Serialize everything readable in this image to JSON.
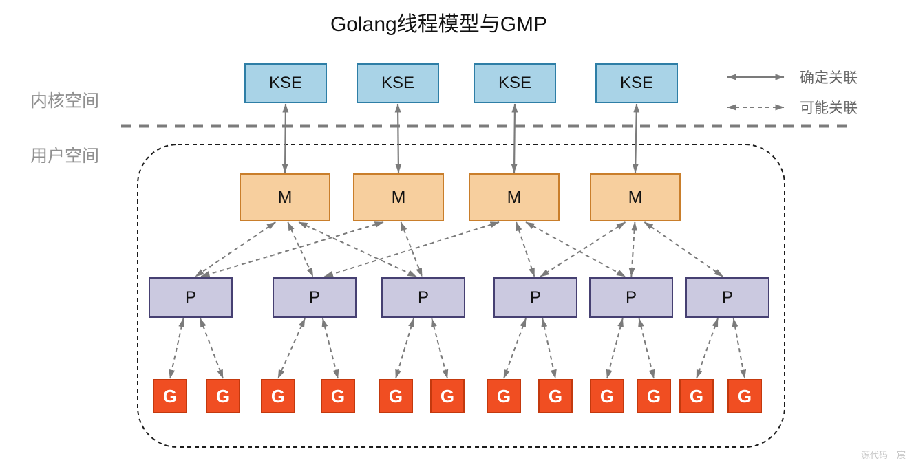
{
  "title": "Golang线程模型与GMP",
  "labels": {
    "kernel": "内核空间",
    "user": "用户空间"
  },
  "legend": [
    {
      "type": "definite",
      "label": "确定关联"
    },
    {
      "type": "possible",
      "label": "可能关联"
    }
  ],
  "watermark": "源代码　宸",
  "colors": {
    "kse_fill": "#A9D3E7",
    "kse_border": "#2E7EA6",
    "m_fill": "#F7CF9E",
    "m_border": "#C97E2B",
    "p_fill": "#CBC9E0",
    "p_border": "#464072",
    "g_fill": "#F04E22",
    "g_border": "#C3390E",
    "arrow": "#7b7b7b",
    "boundary_dash": "#7b7b7b",
    "user_border": "#1c1c1c"
  },
  "nodes": {
    "kse": [
      {
        "id": "kse1",
        "label": "KSE"
      },
      {
        "id": "kse2",
        "label": "KSE"
      },
      {
        "id": "kse3",
        "label": "KSE"
      },
      {
        "id": "kse4",
        "label": "KSE"
      }
    ],
    "m": [
      {
        "id": "m1",
        "label": "M"
      },
      {
        "id": "m2",
        "label": "M"
      },
      {
        "id": "m3",
        "label": "M"
      },
      {
        "id": "m4",
        "label": "M"
      }
    ],
    "p": [
      {
        "id": "p1",
        "label": "P"
      },
      {
        "id": "p2",
        "label": "P"
      },
      {
        "id": "p3",
        "label": "P"
      },
      {
        "id": "p4",
        "label": "P"
      },
      {
        "id": "p5",
        "label": "P"
      },
      {
        "id": "p6",
        "label": "P"
      }
    ],
    "g": [
      {
        "id": "g1",
        "label": "G"
      },
      {
        "id": "g2",
        "label": "G"
      },
      {
        "id": "g3",
        "label": "G"
      },
      {
        "id": "g4",
        "label": "G"
      },
      {
        "id": "g5",
        "label": "G"
      },
      {
        "id": "g6",
        "label": "G"
      },
      {
        "id": "g7",
        "label": "G"
      },
      {
        "id": "g8",
        "label": "G"
      },
      {
        "id": "g9",
        "label": "G"
      },
      {
        "id": "g10",
        "label": "G"
      },
      {
        "id": "g11",
        "label": "G"
      },
      {
        "id": "g12",
        "label": "G"
      }
    ]
  },
  "edges": [
    {
      "from": "kse1",
      "to": "m1",
      "type": "definite"
    },
    {
      "from": "kse2",
      "to": "m2",
      "type": "definite"
    },
    {
      "from": "kse3",
      "to": "m3",
      "type": "definite"
    },
    {
      "from": "kse4",
      "to": "m4",
      "type": "definite"
    },
    {
      "from": "m1",
      "to": "p1",
      "type": "possible"
    },
    {
      "from": "m1",
      "to": "p2",
      "type": "possible"
    },
    {
      "from": "m1",
      "to": "p3",
      "type": "possible"
    },
    {
      "from": "m2",
      "to": "p1",
      "type": "possible"
    },
    {
      "from": "m2",
      "to": "p3",
      "type": "possible"
    },
    {
      "from": "m3",
      "to": "p2",
      "type": "possible"
    },
    {
      "from": "m3",
      "to": "p4",
      "type": "possible"
    },
    {
      "from": "m3",
      "to": "p5",
      "type": "possible"
    },
    {
      "from": "m4",
      "to": "p4",
      "type": "possible"
    },
    {
      "from": "m4",
      "to": "p5",
      "type": "possible"
    },
    {
      "from": "m4",
      "to": "p6",
      "type": "possible"
    },
    {
      "from": "p1",
      "to": "g1",
      "type": "possible"
    },
    {
      "from": "p1",
      "to": "g2",
      "type": "possible"
    },
    {
      "from": "p2",
      "to": "g3",
      "type": "possible"
    },
    {
      "from": "p2",
      "to": "g4",
      "type": "possible"
    },
    {
      "from": "p3",
      "to": "g5",
      "type": "possible"
    },
    {
      "from": "p3",
      "to": "g6",
      "type": "possible"
    },
    {
      "from": "p4",
      "to": "g7",
      "type": "possible"
    },
    {
      "from": "p4",
      "to": "g8",
      "type": "possible"
    },
    {
      "from": "p5",
      "to": "g9",
      "type": "possible"
    },
    {
      "from": "p5",
      "to": "g10",
      "type": "possible"
    },
    {
      "from": "p6",
      "to": "g11",
      "type": "possible"
    },
    {
      "from": "p6",
      "to": "g12",
      "type": "possible"
    }
  ]
}
